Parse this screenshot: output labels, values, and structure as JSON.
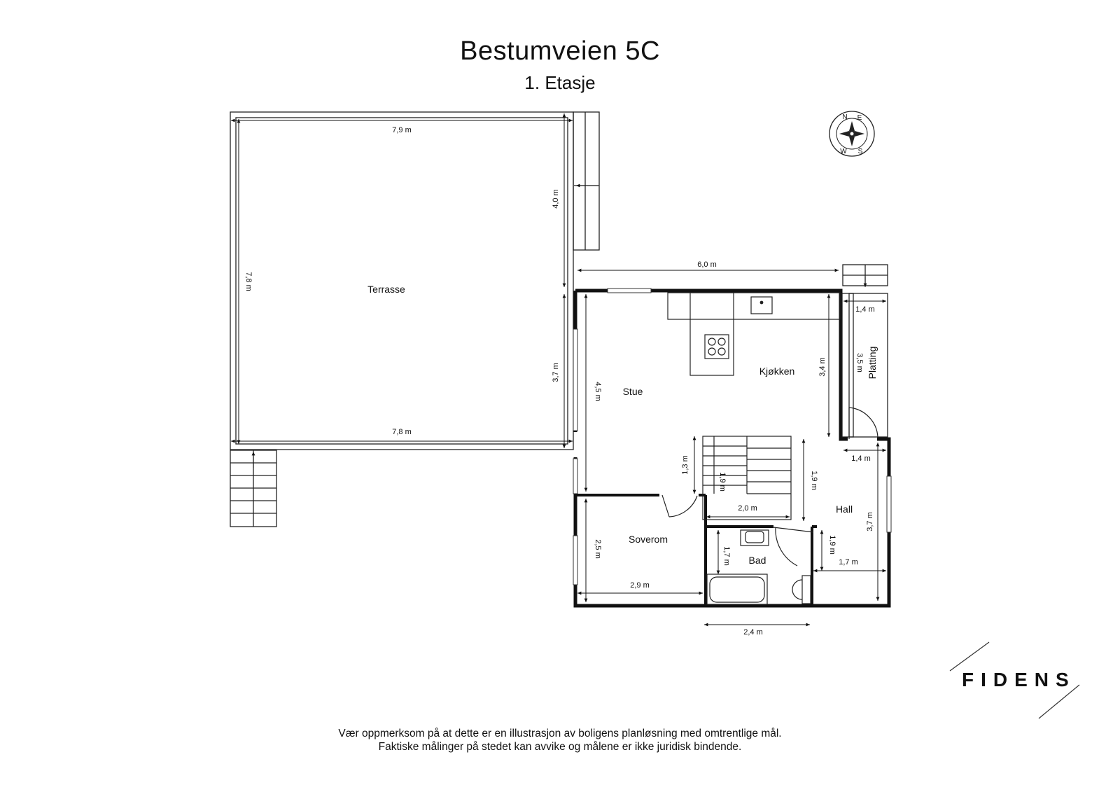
{
  "header": {
    "title": "Bestumveien 5C",
    "subtitle": "1. Etasje"
  },
  "rooms": {
    "terrace": "Terrasse",
    "living": "Stue",
    "kitchen": "Kjøkken",
    "platform": "Platting",
    "hall": "Hall",
    "bedroom": "Soverom",
    "bath": "Bad"
  },
  "dimensions": {
    "terrace_top": "7,9 m",
    "terrace_bottom": "7,8 m",
    "terrace_left": "7,8 m",
    "terrace_upper_right": "4,0 m",
    "terrace_lower_right": "3,7 m",
    "house_top": "6,0 m",
    "living_height": "4,5 m",
    "kitchen_height": "3,4 m",
    "platform_width": "1,4 m",
    "platform_height": "3,5 m",
    "hall_width": "1,4 m",
    "hall_height": "3,7 m",
    "stair_left": "1,3 m",
    "stair_inner": "1,9 m",
    "stair_right": "1,9 m",
    "stair_width": "2,0 m",
    "hall_lower": "1,9 m",
    "hall_bottom_width": "1,7 m",
    "bedroom_height": "2,5 m",
    "bedroom_width": "2,9 m",
    "bath_height": "1,7 m",
    "bottom_width": "2,4 m"
  },
  "compass": {
    "n": "N",
    "e": "E",
    "s": "S",
    "w": "W"
  },
  "brand": {
    "name": "FIDENS"
  },
  "footer": {
    "line1": "Vær oppmerksom på at dette er en illustrasjon av boligens planløsning med omtrentlige mål.",
    "line2": "Faktiske målinger på stedet kan avvike og målene er ikke juridisk bindende."
  }
}
